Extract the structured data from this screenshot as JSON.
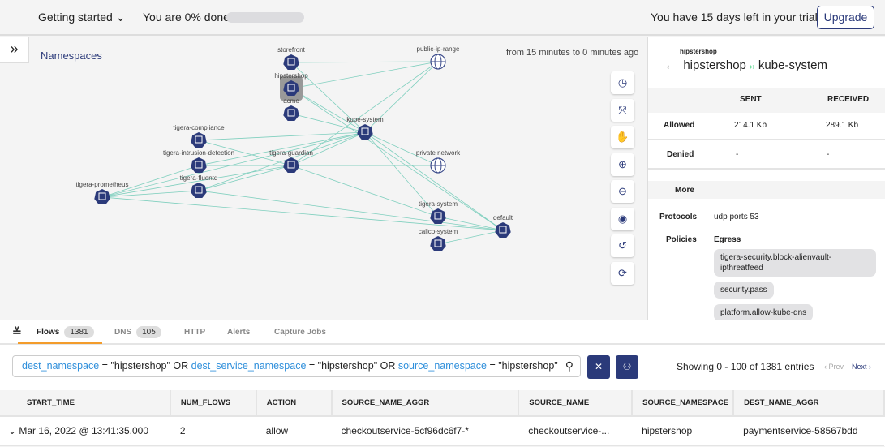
{
  "topbar": {
    "getting_started": "Getting started",
    "progress_text": "You are 0% done",
    "progress": 0,
    "trial": "You have 15 days left in your trial",
    "upgrade": "Upgrade"
  },
  "graph": {
    "title": "Namespaces",
    "range": "from 15 minutes to 0 minutes ago",
    "nodes": [
      {
        "id": "storefront",
        "type": "namespace"
      },
      {
        "id": "hipstershop",
        "type": "namespace",
        "selected": true
      },
      {
        "id": "acme",
        "type": "namespace"
      },
      {
        "id": "public-ip-range",
        "type": "network"
      },
      {
        "id": "kube-system",
        "type": "namespace"
      },
      {
        "id": "tigera-compliance",
        "type": "namespace"
      },
      {
        "id": "tigera-intrusion-detection",
        "type": "namespace"
      },
      {
        "id": "tigera-guardian",
        "type": "namespace"
      },
      {
        "id": "private network",
        "type": "network"
      },
      {
        "id": "tigera-fluentd",
        "type": "namespace"
      },
      {
        "id": "tigera-prometheus",
        "type": "namespace"
      },
      {
        "id": "tigera-system",
        "type": "namespace"
      },
      {
        "id": "default",
        "type": "namespace"
      },
      {
        "id": "calico-system",
        "type": "namespace"
      }
    ],
    "edges": [
      [
        "storefront",
        "public-ip-range"
      ],
      [
        "hipstershop",
        "public-ip-range"
      ],
      [
        "hipstershop",
        "kube-system"
      ],
      [
        "storefront",
        "kube-system"
      ],
      [
        "acme",
        "kube-system"
      ],
      [
        "kube-system",
        "public-ip-range"
      ],
      [
        "tigera-guardian",
        "public-ip-range"
      ],
      [
        "tigera-compliance",
        "kube-system"
      ],
      [
        "tigera-intrusion-detection",
        "kube-system"
      ],
      [
        "tigera-guardian",
        "kube-system"
      ],
      [
        "tigera-fluentd",
        "kube-system"
      ],
      [
        "tigera-prometheus",
        "kube-system"
      ],
      [
        "tigera-compliance",
        "tigera-guardian"
      ],
      [
        "tigera-intrusion-detection",
        "tigera-guardian"
      ],
      [
        "tigera-fluentd",
        "tigera-guardian"
      ],
      [
        "tigera-prometheus",
        "tigera-guardian"
      ],
      [
        "tigera-prometheus",
        "tigera-intrusion-detection"
      ],
      [
        "tigera-prometheus",
        "tigera-fluentd"
      ],
      [
        "tigera-guardian",
        "private network"
      ],
      [
        "tigera-intrusion-detection",
        "private network"
      ],
      [
        "kube-system",
        "default"
      ],
      [
        "kube-system",
        "tigera-system"
      ],
      [
        "hipstershop",
        "default"
      ],
      [
        "tigera-prometheus",
        "default"
      ],
      [
        "tigera-fluentd",
        "default"
      ],
      [
        "tigera-system",
        "default"
      ],
      [
        "calico-system",
        "default"
      ],
      [
        "tigera-guardian",
        "tigera-system"
      ],
      [
        "kube-system",
        "private network"
      ]
    ],
    "tools": [
      "clock-icon",
      "fit-icon",
      "hand-icon",
      "zoom-in-icon",
      "zoom-out-icon",
      "eye-icon",
      "undo-icon",
      "refresh-icon"
    ],
    "colors": {
      "node": "#2b3a7a",
      "edge": "#7fcfbe"
    }
  },
  "panel": {
    "subtitle": "hipstershop",
    "from": "hipstershop",
    "arrow": "››",
    "to": "kube-system",
    "sent": "SENT",
    "received": "RECEIVED",
    "rows": [
      {
        "label": "Allowed",
        "sent": "214.1 Kb",
        "received": "289.1 Kb"
      },
      {
        "label": "Denied",
        "sent": "-",
        "received": "-"
      }
    ],
    "more": "More",
    "protocols_label": "Protocols",
    "protocols": "udp ports 53",
    "policies_label": "Policies",
    "egress": "Egress",
    "policies": [
      "tigera-security.block-alienvault-ipthreatfeed",
      "security.pass",
      "platform.allow-kube-dns"
    ]
  },
  "tabs": [
    {
      "label": "Flows",
      "count": "1381",
      "active": true
    },
    {
      "label": "DNS",
      "count": "105"
    },
    {
      "label": "HTTP"
    },
    {
      "label": "Alerts"
    },
    {
      "label": "Capture Jobs"
    }
  ],
  "filter": {
    "parts": [
      [
        "dest_namespace",
        "k"
      ],
      [
        " = \"hipstershop\" OR ",
        ""
      ],
      [
        "dest_service_namespace",
        "k"
      ],
      [
        " = \"hipstershop\" OR ",
        ""
      ],
      [
        "source_namespace",
        "k"
      ],
      [
        " = \"hipstershop\"",
        ""
      ]
    ],
    "showing": "Showing 0 - 100 of 1381 entries",
    "prev": "‹ Prev",
    "next": "Next ›",
    "clear": "✕"
  },
  "table": {
    "columns": [
      "START_TIME",
      "NUM_FLOWS",
      "ACTION",
      "SOURCE_NAME_AGGR",
      "SOURCE_NAME",
      "SOURCE_NAMESPACE",
      "DEST_NAME_AGGR"
    ],
    "rows": [
      [
        "Mar 16, 2022 @ 13:41:35.000",
        "2",
        "allow",
        "checkoutservice-5cf96dc6f7-*",
        "checkoutservice-...",
        "hipstershop",
        "paymentservice-58567bdd"
      ]
    ]
  }
}
